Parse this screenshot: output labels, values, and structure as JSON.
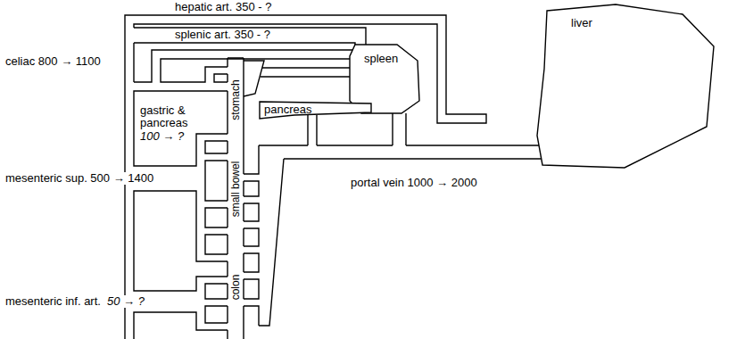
{
  "diagram": {
    "nodes": [
      {
        "text": [
          "spleen"
        ]
      },
      {
        "text": [
          "liver"
        ]
      },
      {
        "text": [
          "stomach"
        ]
      },
      {
        "text": [
          "pancreas"
        ]
      },
      {
        "text": [
          "small bowel"
        ]
      },
      {
        "text": [
          "colon"
        ]
      }
    ],
    "labels": [
      "hepatic art. 350 - ?",
      "splenic art. 350 - ?",
      "celiac 800 → 1100",
      "gastric & pancreas",
      "100 → ?",
      "mesenteric sup. 500 → 1400",
      "portal vein 1000 → 2000",
      "mesenteric inf. art.",
      "50 → ?"
    ]
  }
}
